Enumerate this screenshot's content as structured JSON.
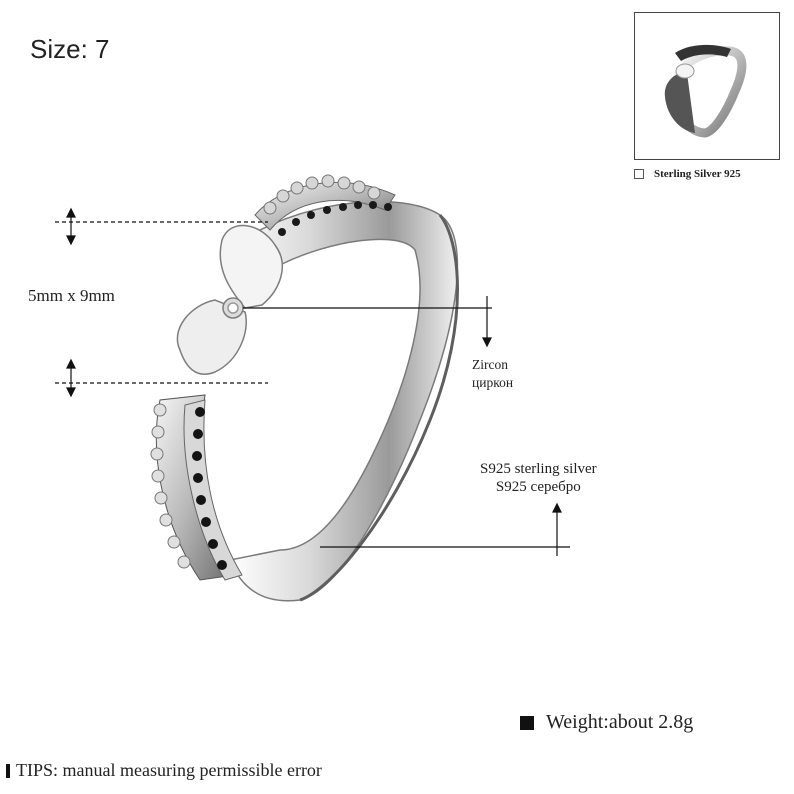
{
  "size": {
    "label": "Size: 7"
  },
  "thumbnail": {
    "caption": "Sterling Silver 925"
  },
  "dimensions": {
    "label": "5mm x 9mm"
  },
  "zircon": {
    "line1": "Zircon",
    "line2": "циркон"
  },
  "silver": {
    "line1": "S925 sterling silver",
    "line2": "S925 серебро"
  },
  "weight": {
    "label": "Weight:about 2.8g"
  },
  "tips": {
    "label": "TIPS: manual measuring permissible error"
  },
  "colors": {
    "silver_light": "#f2f2f2",
    "silver_dark": "#8a8a8a",
    "stone_black": "#1a1a1a",
    "line": "#111111"
  },
  "image": {
    "subject": "silver-bow-ring"
  }
}
